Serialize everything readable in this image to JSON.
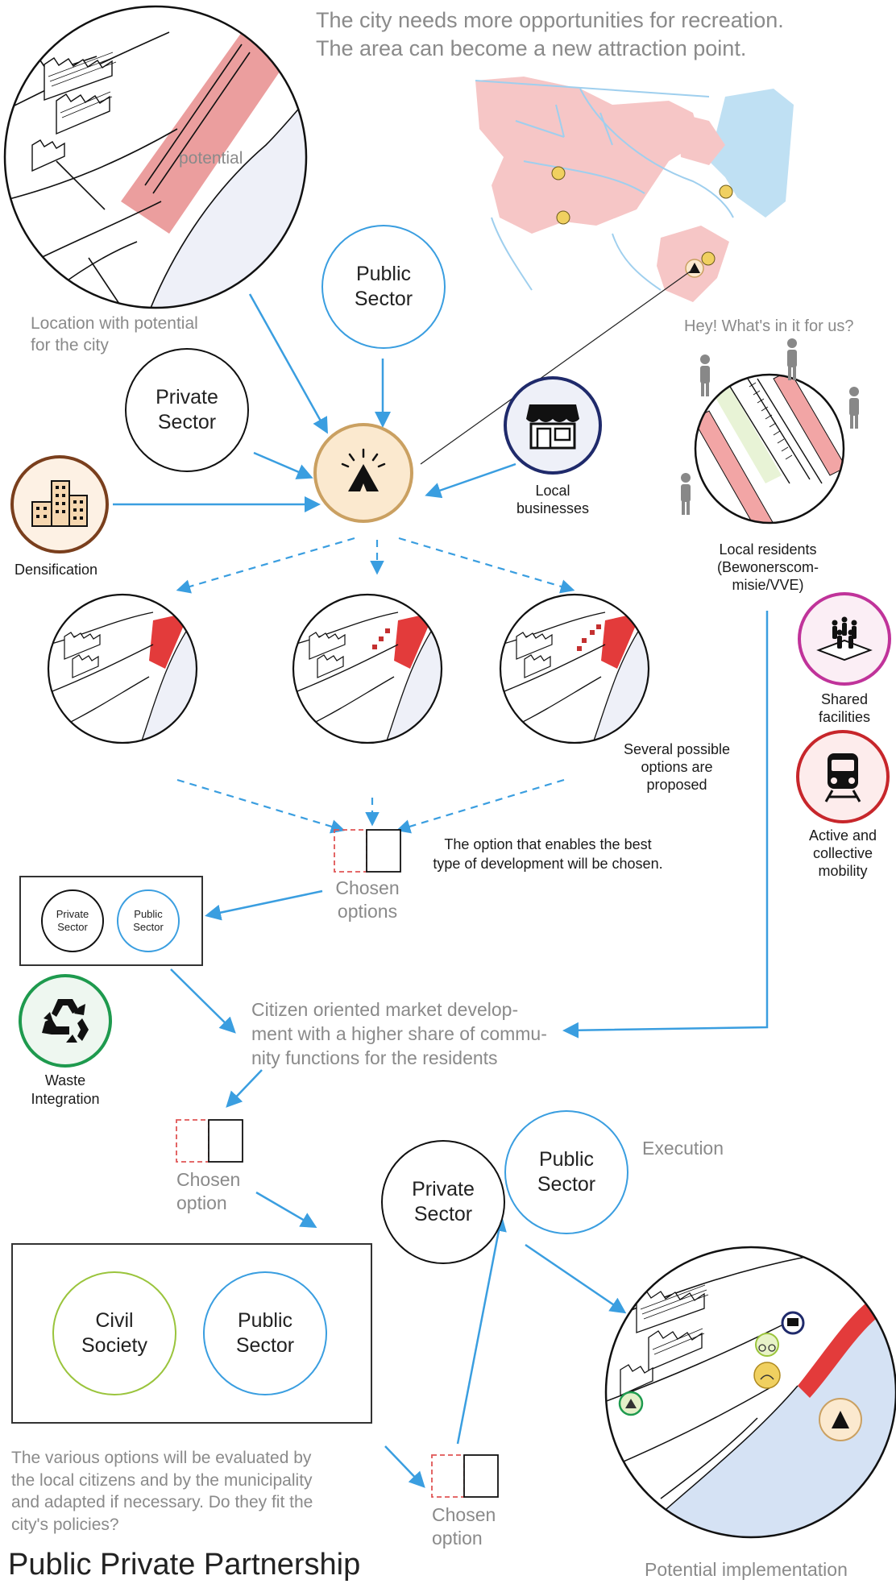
{
  "header": {
    "line1": "The city needs more opportunities for recreation.",
    "line2": "The area can become a new attraction point."
  },
  "top_map": {
    "potential_label": "potential",
    "caption_line1": "Location with potential",
    "caption_line2": "for the city"
  },
  "actors": {
    "public_sector_top": [
      "Public",
      "Sector"
    ],
    "private_sector_top": [
      "Private",
      "Sector"
    ],
    "local_businesses": [
      "Local",
      "businesses"
    ],
    "densification": "Densification"
  },
  "residents": {
    "question": "Hey! What's in it for us?",
    "caption": [
      "Local residents",
      "(Bewonerscom-",
      "misie/VVE)"
    ],
    "shared_facilities": [
      "Shared",
      "facilities"
    ],
    "mobility": [
      "Active and",
      "collective",
      "mobility"
    ]
  },
  "options": {
    "proposed_note": [
      "Several possible",
      "options are",
      "proposed"
    ],
    "best_note": [
      "The option that enables the best",
      "type of development will be chosen."
    ],
    "chosen_options": [
      "Chosen",
      "options"
    ],
    "small_private": [
      "Private",
      "Sector"
    ],
    "small_public": [
      "Public",
      "Sector"
    ],
    "waste": [
      "Waste",
      "Integration"
    ]
  },
  "development": {
    "lines": [
      "Citizen oriented market develop-",
      "ment with a higher share of commu-",
      "nity functions for the residents"
    ],
    "chosen_option": [
      "Chosen",
      "option"
    ]
  },
  "execution": {
    "label": "Execution",
    "public": [
      "Public",
      "Sector"
    ],
    "private": [
      "Private",
      "Sector"
    ]
  },
  "evaluation": {
    "civil": [
      "Civil",
      "Society"
    ],
    "public": [
      "Public",
      "Sector"
    ],
    "text": [
      "The various options will be evaluated by",
      "the local citizens and by the municipality",
      "and adapted if necessary. Do they fit the",
      "city's policies?"
    ],
    "chosen_option": [
      "Chosen",
      "option"
    ]
  },
  "footer": {
    "title": "Public Private Partnership",
    "implementation": "Potential implementation"
  },
  "colors": {
    "arrow": "#3a9ee0",
    "potential_zone": "#e88d8d",
    "city_map": "#f6c6c6",
    "water": "#bfe0f3",
    "tent_ring": "#caa061",
    "densification_ring": "#7a3f1d",
    "business_ring": "#1f2a6b",
    "shared_ring": "#c0339a",
    "mobility_ring": "#c7262b",
    "waste_ring": "#1e9a4e",
    "chosen_box_dashed": "#e05555"
  },
  "icons": [
    "tent-icon",
    "shop-icon",
    "buildings-icon",
    "people-grid-icon",
    "train-icon",
    "recycle-icon",
    "person-icon",
    "bicycle-icon",
    "swim-icon"
  ]
}
